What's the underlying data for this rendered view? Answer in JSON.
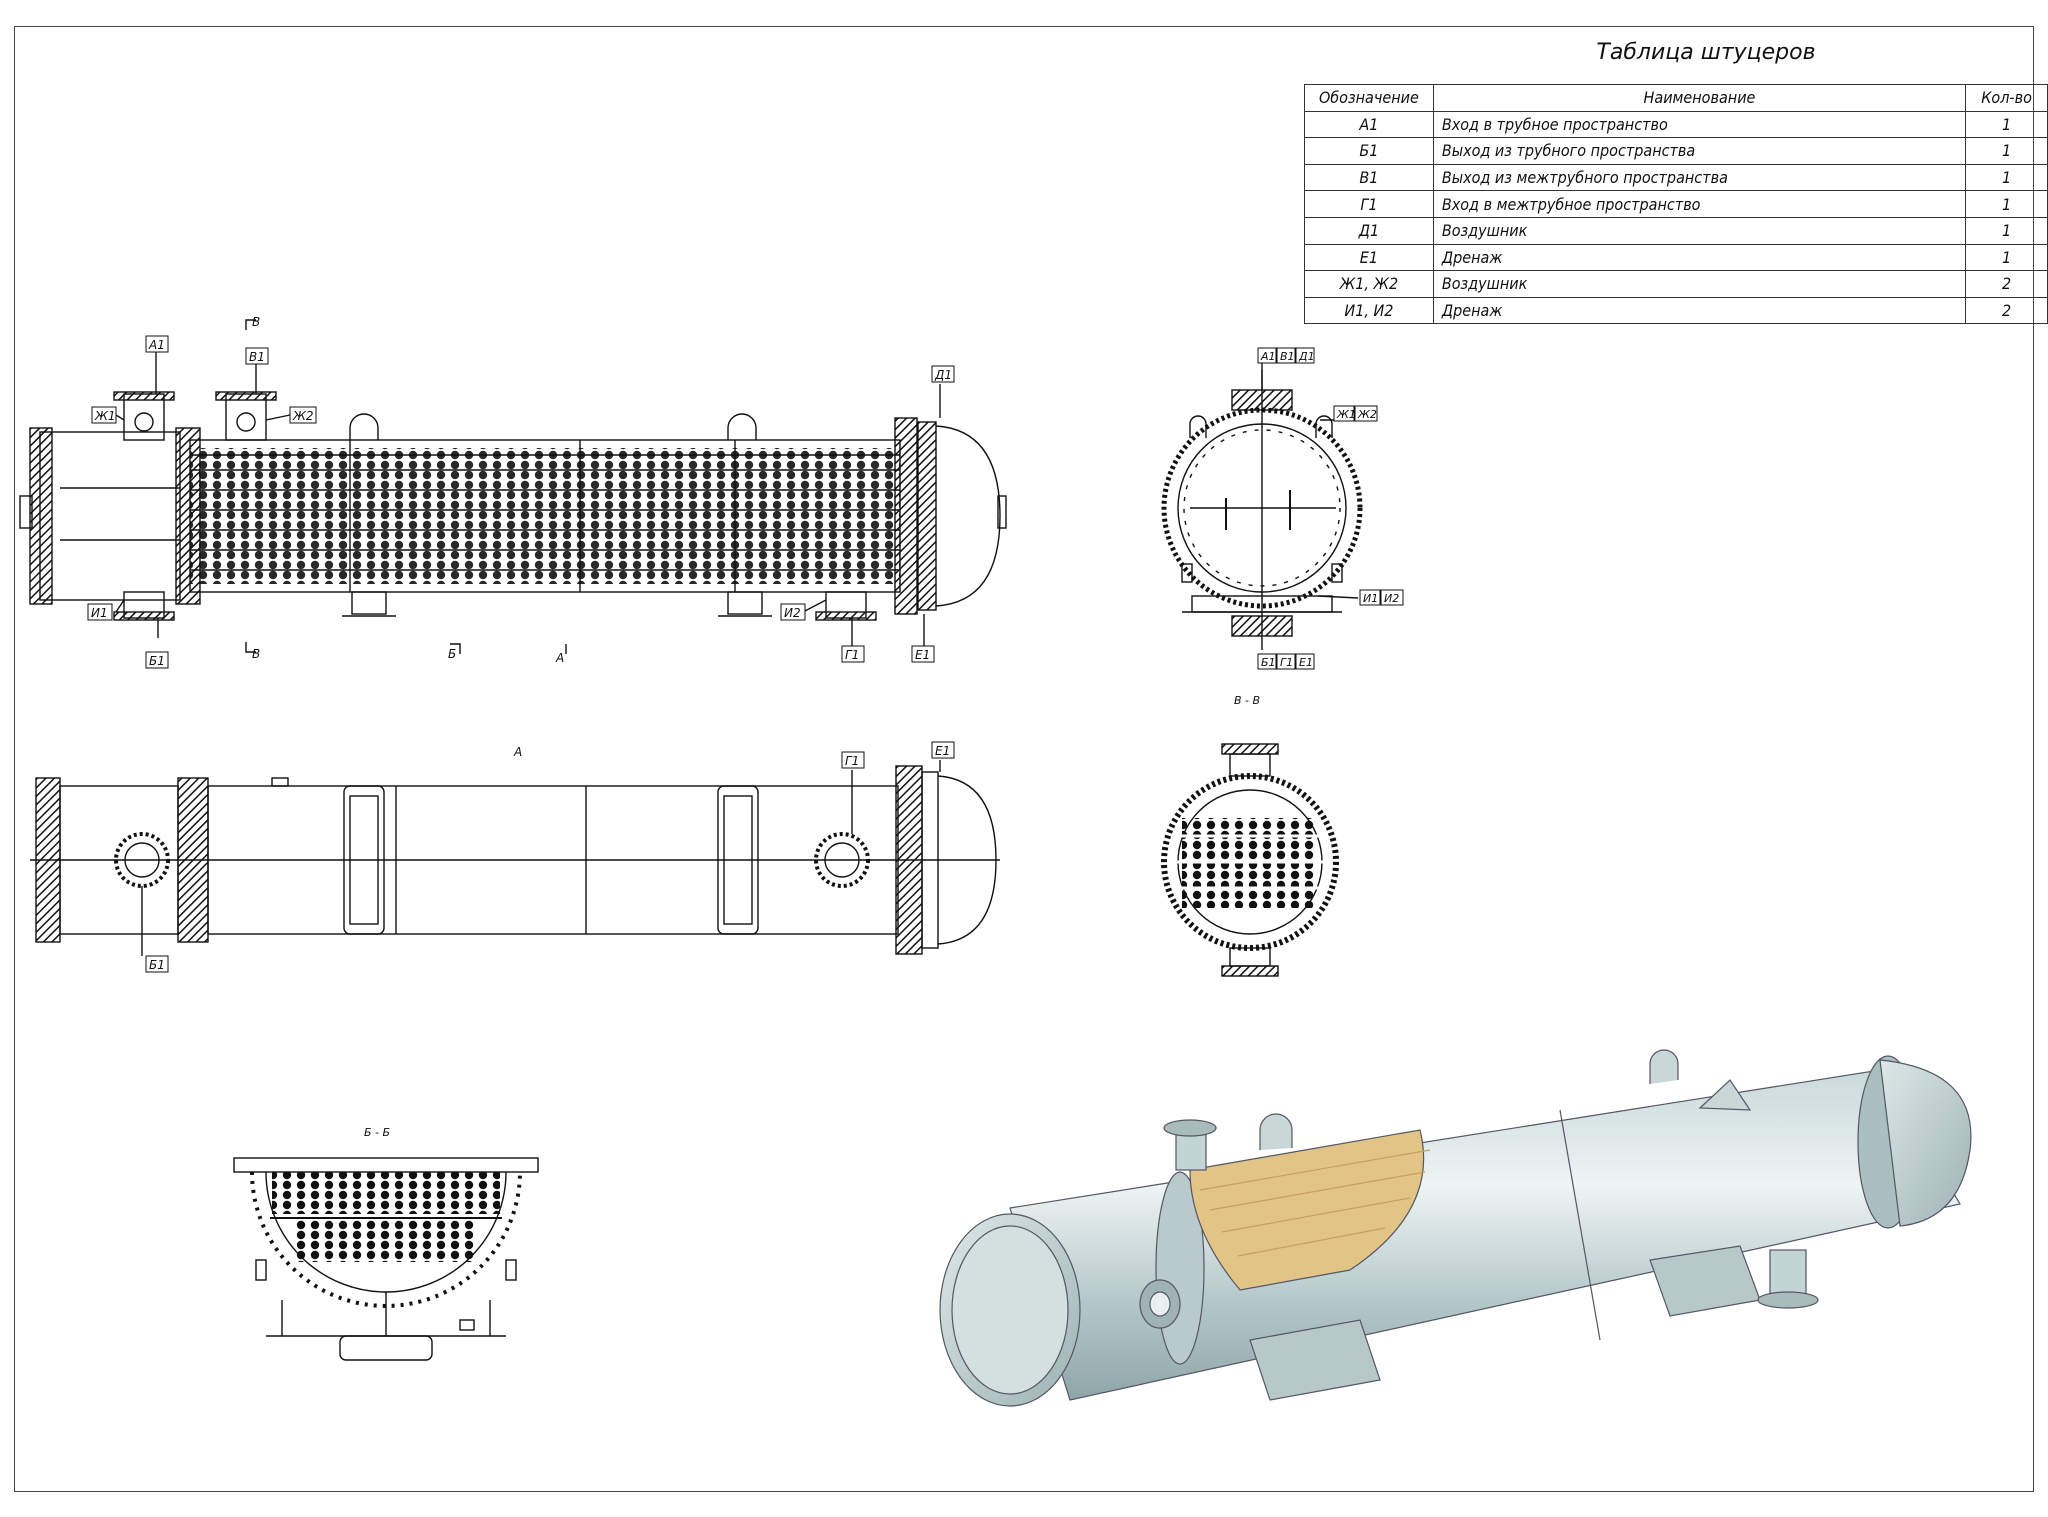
{
  "table": {
    "title": "Таблица штуцеров",
    "headers": {
      "designation": "Обозначение",
      "name": "Наименование",
      "qty": "Кол-во"
    },
    "rows": [
      {
        "designation": "А1",
        "name": "Вход в трубное пространство",
        "qty": "1"
      },
      {
        "designation": "Б1",
        "name": "Выход из трубного пространства",
        "qty": "1"
      },
      {
        "designation": "В1",
        "name": "Выход из межтрубного пространства",
        "qty": "1"
      },
      {
        "designation": "Г1",
        "name": "Вход в межтрубное пространство",
        "qty": "1"
      },
      {
        "designation": "Д1",
        "name": "Воздушник",
        "qty": "1"
      },
      {
        "designation": "Е1",
        "name": "Дренаж",
        "qty": "1"
      },
      {
        "designation": "Ж1, Ж2",
        "name": "Воздушник",
        "qty": "2"
      },
      {
        "designation": "И1, И2",
        "name": "Дренаж",
        "qty": "2"
      }
    ]
  },
  "labels": {
    "A1": "А1",
    "B1": "Б1",
    "V1": "В1",
    "G1": "Г1",
    "D1": "Д1",
    "E1": "Е1",
    "Zh1": "Ж1",
    "Zh2": "Ж2",
    "I1": "И1",
    "I2": "И2",
    "section_v": "В",
    "section_b": "Б",
    "view_a": "А",
    "section_vv": "В - В",
    "section_bb": "Б - Б"
  }
}
